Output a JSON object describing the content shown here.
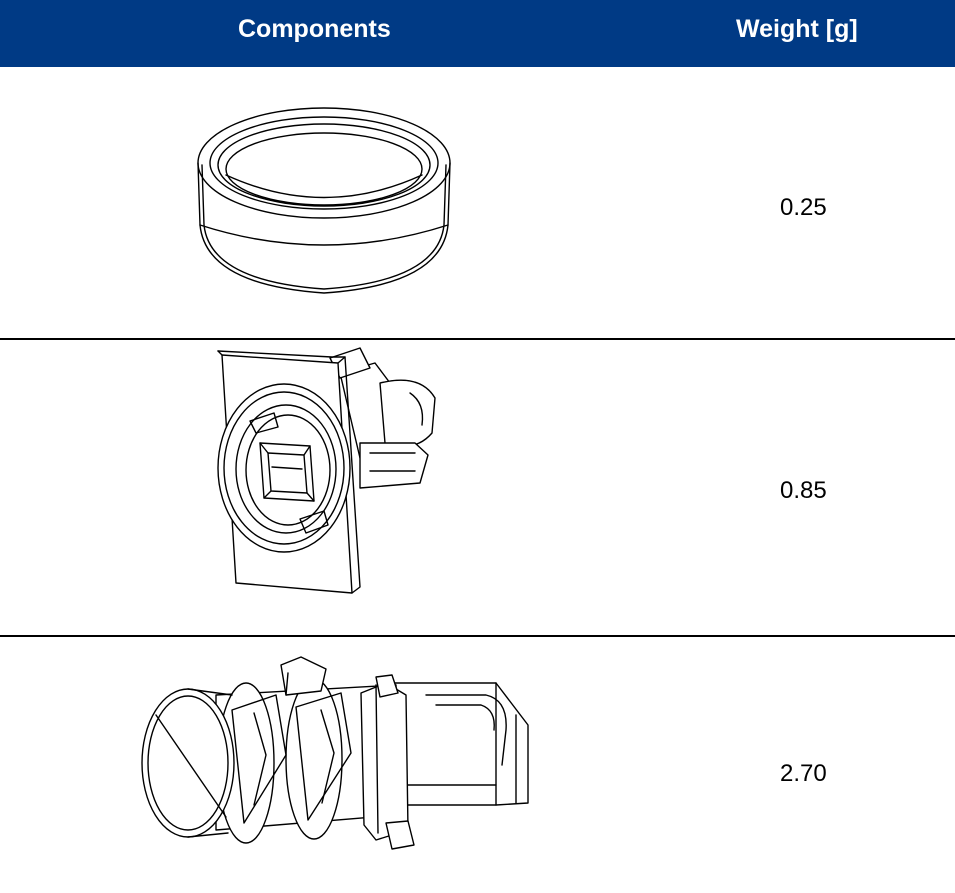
{
  "table": {
    "columns": [
      "Components",
      "Weight [g]"
    ],
    "rows": [
      {
        "component_icon": "ring-icon",
        "weight": "0.25"
      },
      {
        "component_icon": "square-flange-housing-icon",
        "weight": "0.85"
      },
      {
        "component_icon": "plug-insert-icon",
        "weight": "2.70"
      }
    ]
  },
  "colors": {
    "header_bg": "#003A85",
    "header_text": "#FFFFFF"
  }
}
